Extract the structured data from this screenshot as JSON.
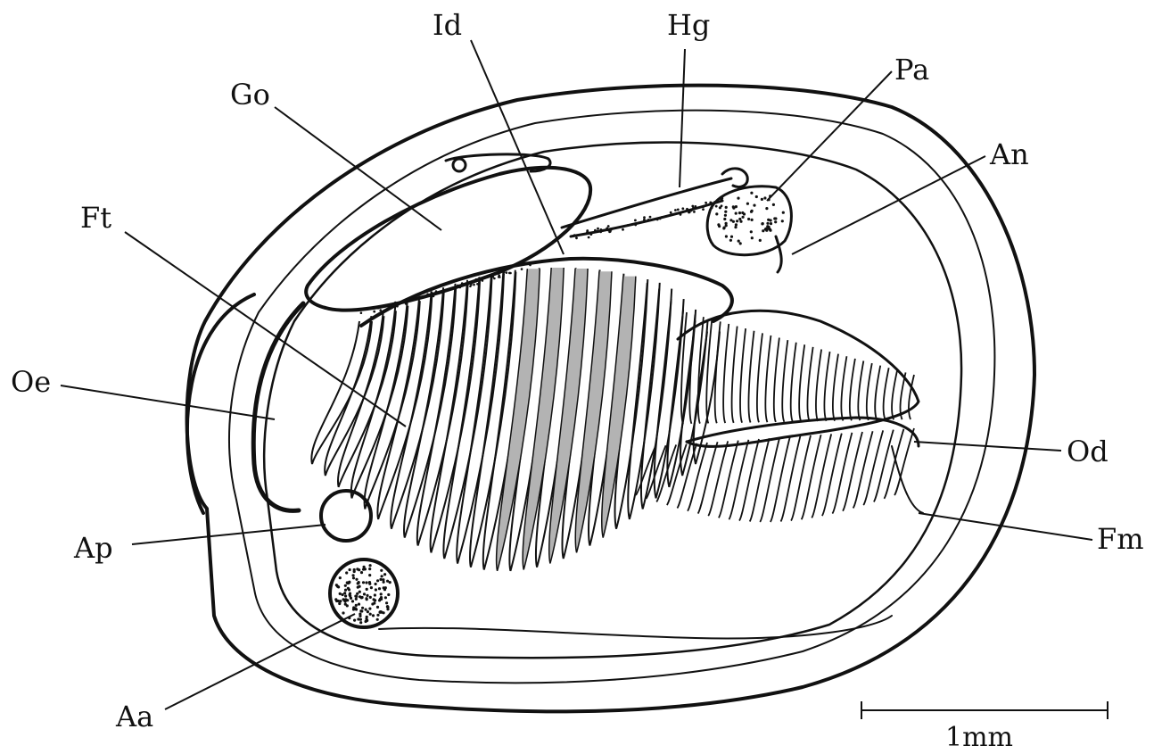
{
  "figure": {
    "labels": {
      "id": "Id",
      "hg": "Hg",
      "pa": "Pa",
      "go": "Go",
      "an": "An",
      "ft": "Ft",
      "oe": "Oe",
      "od": "Od",
      "ap": "Ap",
      "fm": "Fm",
      "aa": "Aa"
    },
    "scale_bar": {
      "text": "1mm",
      "length_mm": 1
    }
  },
  "colors": {
    "ink": "#111111",
    "gill_shade": "#b3b3b3",
    "background": "#ffffff"
  }
}
